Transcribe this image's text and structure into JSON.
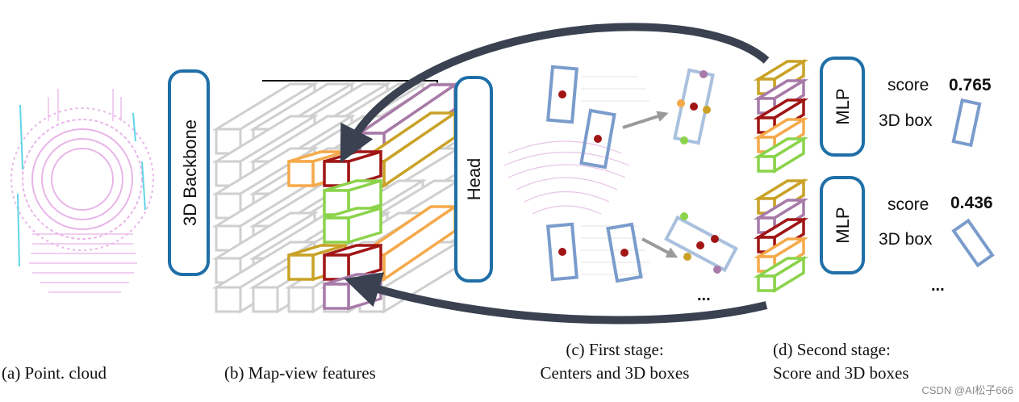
{
  "modules": {
    "backbone": "3D Backbone",
    "head": "Head",
    "mlp_top": "MLP",
    "mlp_bottom": "MLP"
  },
  "outputs": {
    "top": {
      "score_label": "score",
      "score_value": "0.765",
      "box_label": "3D box"
    },
    "bottom": {
      "score_label": "score",
      "score_value": "0.436",
      "box_label": "3D box"
    },
    "stage1_ellipsis": "...",
    "stage2_ellipsis": "..."
  },
  "captions": {
    "a": "(a) Point. cloud",
    "b": "(b) Map-view features",
    "c_line1": "(c) First stage:",
    "c_line2": "Centers and 3D boxes",
    "d_line1": "(d) Second stage:",
    "d_line2": "Score and 3D boxes"
  },
  "watermark": "CSDN @AI松子666",
  "colors": {
    "module_border": "#1f6fa8",
    "box_blue": "#7a9ccc",
    "box_light": "#a9c1de",
    "center_dot": "#a11515",
    "arrow_dark": "#3a4150",
    "feat_olive": "#c9a227",
    "feat_purple": "#a77aa8",
    "feat_red": "#a11515",
    "feat_orange": "#f5a94a",
    "feat_green": "#8bd34a",
    "pointcloud": "#d98bd9"
  }
}
